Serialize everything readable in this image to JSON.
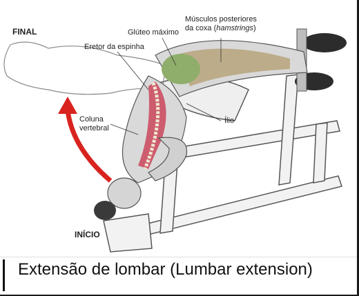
{
  "labels": {
    "final": "FINAL",
    "inicio": "INÍCIO",
    "musculos_line1": "Músculos posteriores",
    "musculos_line2_prefix": "da coxa (",
    "musculos_line2_italic": "hamstrings",
    "musculos_line2_suffix": ")",
    "gluteo": "Glúteo máximo",
    "eretor": "Eretor da espinha",
    "coluna_line1": "Coluna",
    "coluna_line2": "vertebral",
    "ilio": "Ílio"
  },
  "caption": "Extensão de lombar (Lumbar extension)",
  "colors": {
    "arrow": "#d8231f",
    "muscle_red": "#c8324a",
    "skin": "#d9d9d9",
    "bench_frame": "#f2f2f2",
    "pad": "#2c2c2c"
  }
}
